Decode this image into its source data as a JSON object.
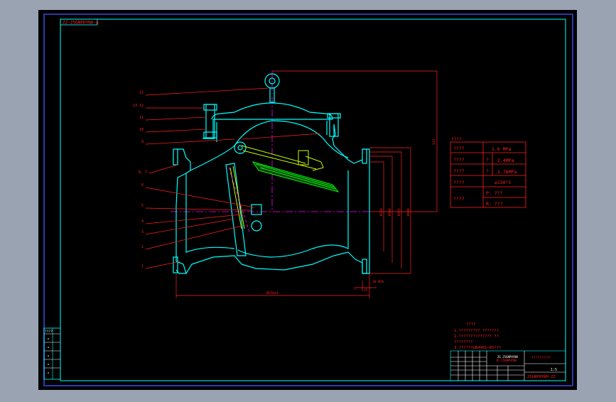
{
  "colors": {
    "app_bg": "#9aa3b2",
    "viewport": "#000000",
    "frame_blue": "#2a3aa8",
    "border": "#00ffff",
    "red": "#ff2020",
    "magenta": "#ff00ff",
    "green": "#00ff00",
    "yellow_green": "#c8ff00",
    "white": "#ffffff"
  },
  "drawing_no_box": "ZZ-25GNPHYNH-A",
  "leader_labels": [
    "15",
    "13 12",
    "11",
    "10",
    "9",
    "8, 7",
    "6",
    "5",
    "4",
    "3",
    "2",
    "1"
  ],
  "dimension_labels": {
    "height_right": "312",
    "dia_1": "Ø220",
    "dia_2": "Ø300",
    "dia_3": "Ø325",
    "dia_4": "Ø400",
    "small_1": "2",
    "small_2": "25",
    "small_3": "18-Ø26",
    "length_bottom": "Ø250±4"
  },
  "spec_table": {
    "title": "????",
    "rows": [
      {
        "label": "????",
        "symbol": "",
        "value": "1.6 MPa"
      },
      {
        "label": "????",
        "symbol": "?",
        "value": "2.4MPa"
      },
      {
        "label": "????",
        "symbol": "?",
        "value": "1.76MPa"
      },
      {
        "label": "????",
        "symbol": "",
        "value": "≤150°C"
      },
      {
        "label": "????",
        "symbol": "P: ???",
        "value": ""
      },
      {
        "label": "",
        "symbol": "R: ???",
        "value": ""
      }
    ]
  },
  "notes": {
    "title": "????",
    "line1": "1.????????? ???????",
    "line2": "2.?????????????? ??",
    "line3": "  ????????",
    "line4": "3.??????GB4981—85???"
  },
  "title_block": {
    "company_top": "ZG 25GNPHYNH",
    "company_sub": "ZG 25GNPHYNH",
    "small_top_right": "??????????",
    "drawing_code": "25GNPHYNH-ZZ",
    "scale_mark": "1:5"
  },
  "left_column_labels": [
    "????",
    "",
    "",
    "",
    "",
    ""
  ]
}
